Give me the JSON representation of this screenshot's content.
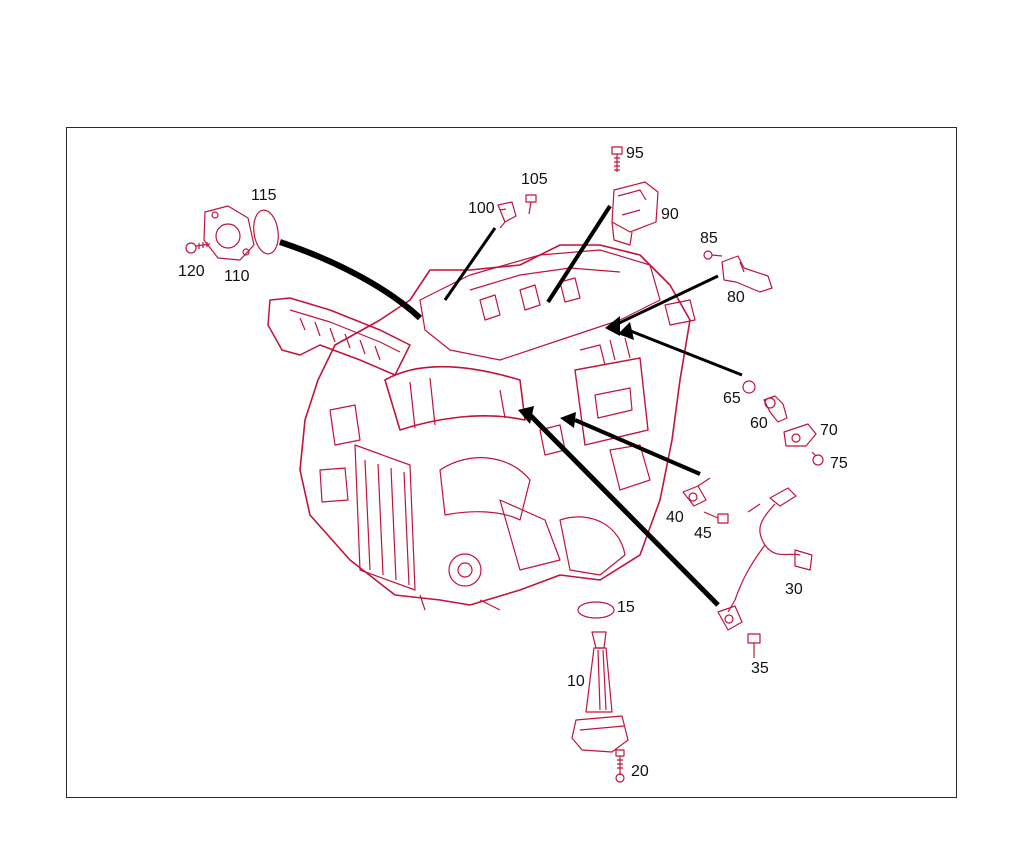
{
  "diagram": {
    "type": "exploded-parts-diagram",
    "line_color": "#c0143c",
    "frame_color": "#2a2a2a",
    "pointer_color": "#000000",
    "callouts": [
      {
        "id": "c95",
        "label": "95"
      },
      {
        "id": "c105",
        "label": "105"
      },
      {
        "id": "c100",
        "label": "100"
      },
      {
        "id": "c90",
        "label": "90"
      },
      {
        "id": "c115",
        "label": "115"
      },
      {
        "id": "c85",
        "label": "85"
      },
      {
        "id": "c120",
        "label": "120"
      },
      {
        "id": "c110",
        "label": "110"
      },
      {
        "id": "c80",
        "label": "80"
      },
      {
        "id": "c65",
        "label": "65"
      },
      {
        "id": "c60",
        "label": "60"
      },
      {
        "id": "c70",
        "label": "70"
      },
      {
        "id": "c75",
        "label": "75"
      },
      {
        "id": "c40",
        "label": "40"
      },
      {
        "id": "c45",
        "label": "45"
      },
      {
        "id": "c30",
        "label": "30"
      },
      {
        "id": "c15",
        "label": "15"
      },
      {
        "id": "c35",
        "label": "35"
      },
      {
        "id": "c10",
        "label": "10"
      },
      {
        "id": "c20",
        "label": "20"
      }
    ]
  }
}
